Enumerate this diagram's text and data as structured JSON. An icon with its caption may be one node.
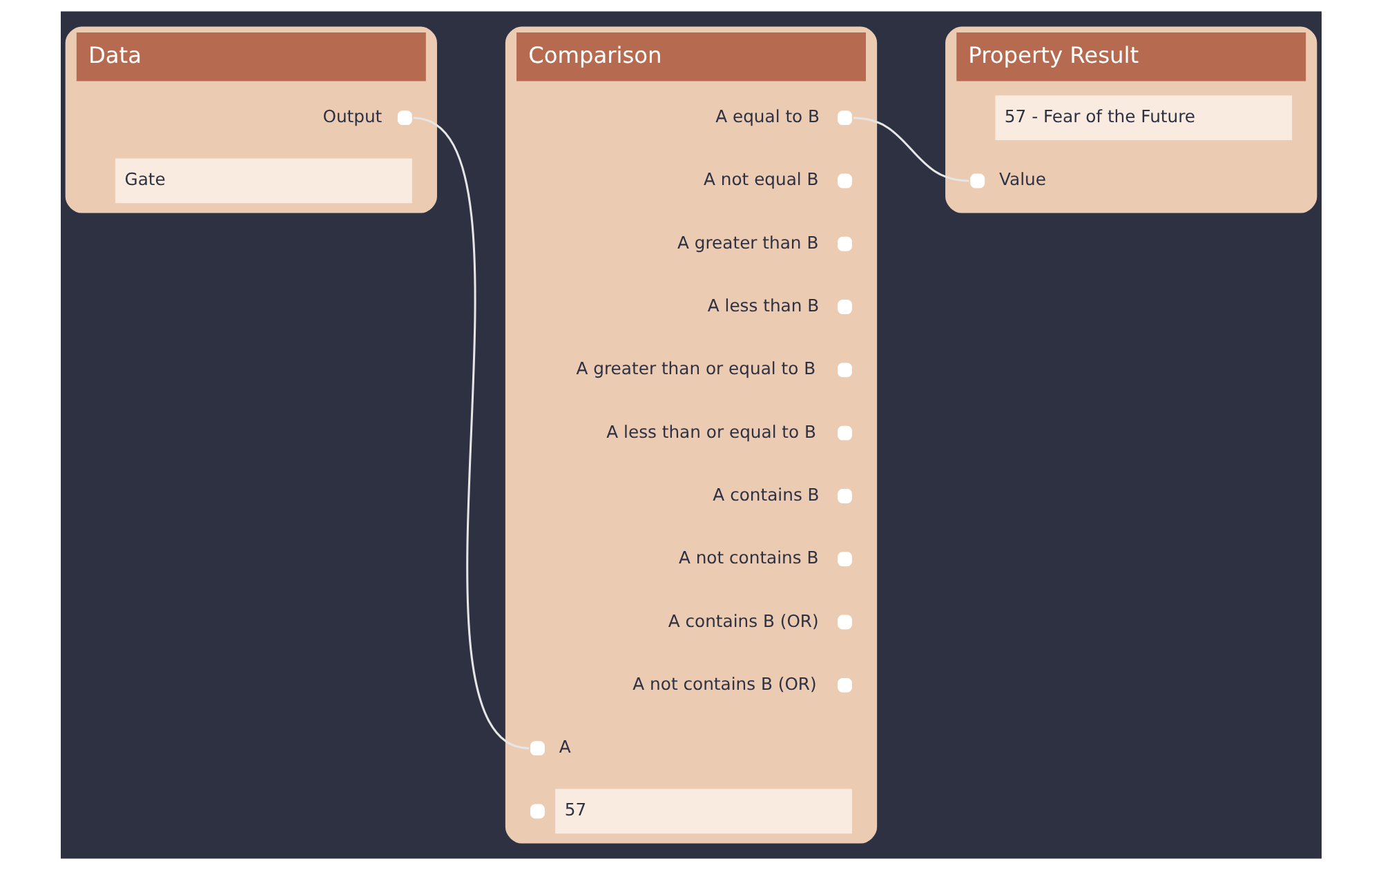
{
  "diagram": {
    "nodes": [
      {
        "text": [
          "Data"
        ]
      },
      {
        "text": [
          "Output"
        ],
        "in": 0
      },
      {
        "text": [
          "Gate"
        ],
        "in": 0
      },
      {
        "text": [
          "Comparison"
        ]
      },
      {
        "text": [
          "A equal to B"
        ],
        "in": 3
      },
      {
        "text": [
          "A not equal B"
        ],
        "in": 3
      },
      {
        "text": [
          "A greater than B"
        ],
        "in": 3
      },
      {
        "text": [
          "A less than B"
        ],
        "in": 3
      },
      {
        "text": [
          "A greater than or equal to B"
        ],
        "in": 3
      },
      {
        "text": [
          "A less than or equal to B"
        ],
        "in": 3
      },
      {
        "text": [
          "A contains B"
        ],
        "in": 3
      },
      {
        "text": [
          "A not contains B"
        ],
        "in": 3
      },
      {
        "text": [
          "A contains B (OR)"
        ],
        "in": 3
      },
      {
        "text": [
          "A not contains B (OR)"
        ],
        "in": 3
      },
      {
        "text": [
          "A"
        ],
        "in": 3
      },
      {
        "text": [
          "57"
        ],
        "in": 3
      },
      {
        "text": [
          "Property Result"
        ]
      },
      {
        "text": [
          "57 - Fear of the Future"
        ],
        "in": 16
      },
      {
        "text": [
          "Value"
        ],
        "in": 16
      }
    ],
    "edges": [
      {
        "from": 1,
        "to": 14,
        "arrow": "none"
      },
      {
        "from": 4,
        "to": 18,
        "arrow": "none"
      }
    ]
  }
}
